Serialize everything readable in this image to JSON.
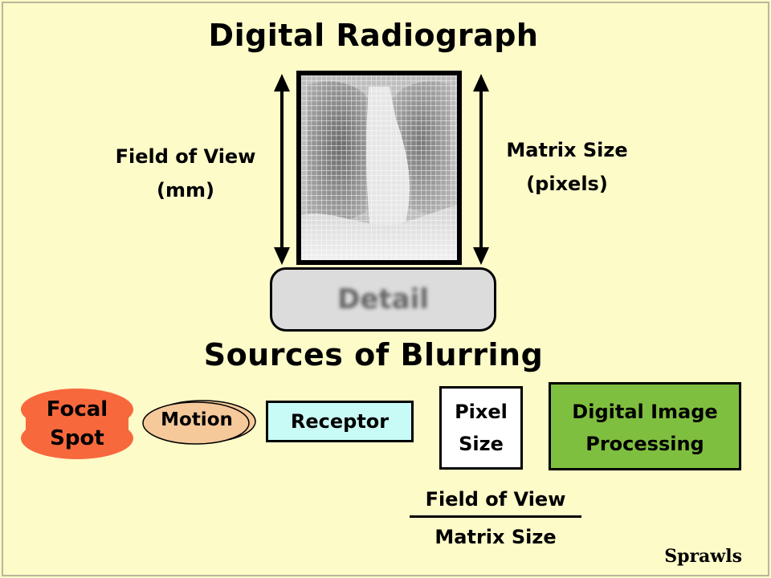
{
  "title": "Digital Radiograph",
  "left_dimension": {
    "line1": "Field of View",
    "line2": "(mm)"
  },
  "right_dimension": {
    "line1": "Matrix Size",
    "line2": "(pixels)"
  },
  "detail_box": {
    "label": "Detail"
  },
  "sources_heading": "Sources of Blurring",
  "sources": {
    "focal_spot": {
      "line1": "Focal",
      "line2": "Spot",
      "color": "#f7683d"
    },
    "motion": {
      "label": "Motion",
      "color": "#f6c99b"
    },
    "receptor": {
      "label": "Receptor",
      "color": "#c9fbf6"
    },
    "pixel_size": {
      "line1": "Pixel",
      "line2": "Size",
      "color": "#ffffff"
    },
    "digital_processing": {
      "line1": "Digital Image",
      "line2": "Processing",
      "color": "#7fbf3f"
    }
  },
  "fraction": {
    "numerator": "Field of View",
    "denominator": "Matrix Size"
  },
  "credit": "Sprawls",
  "colors": {
    "background": "#fdfbc8",
    "detail_box": "#dcdcdc"
  }
}
